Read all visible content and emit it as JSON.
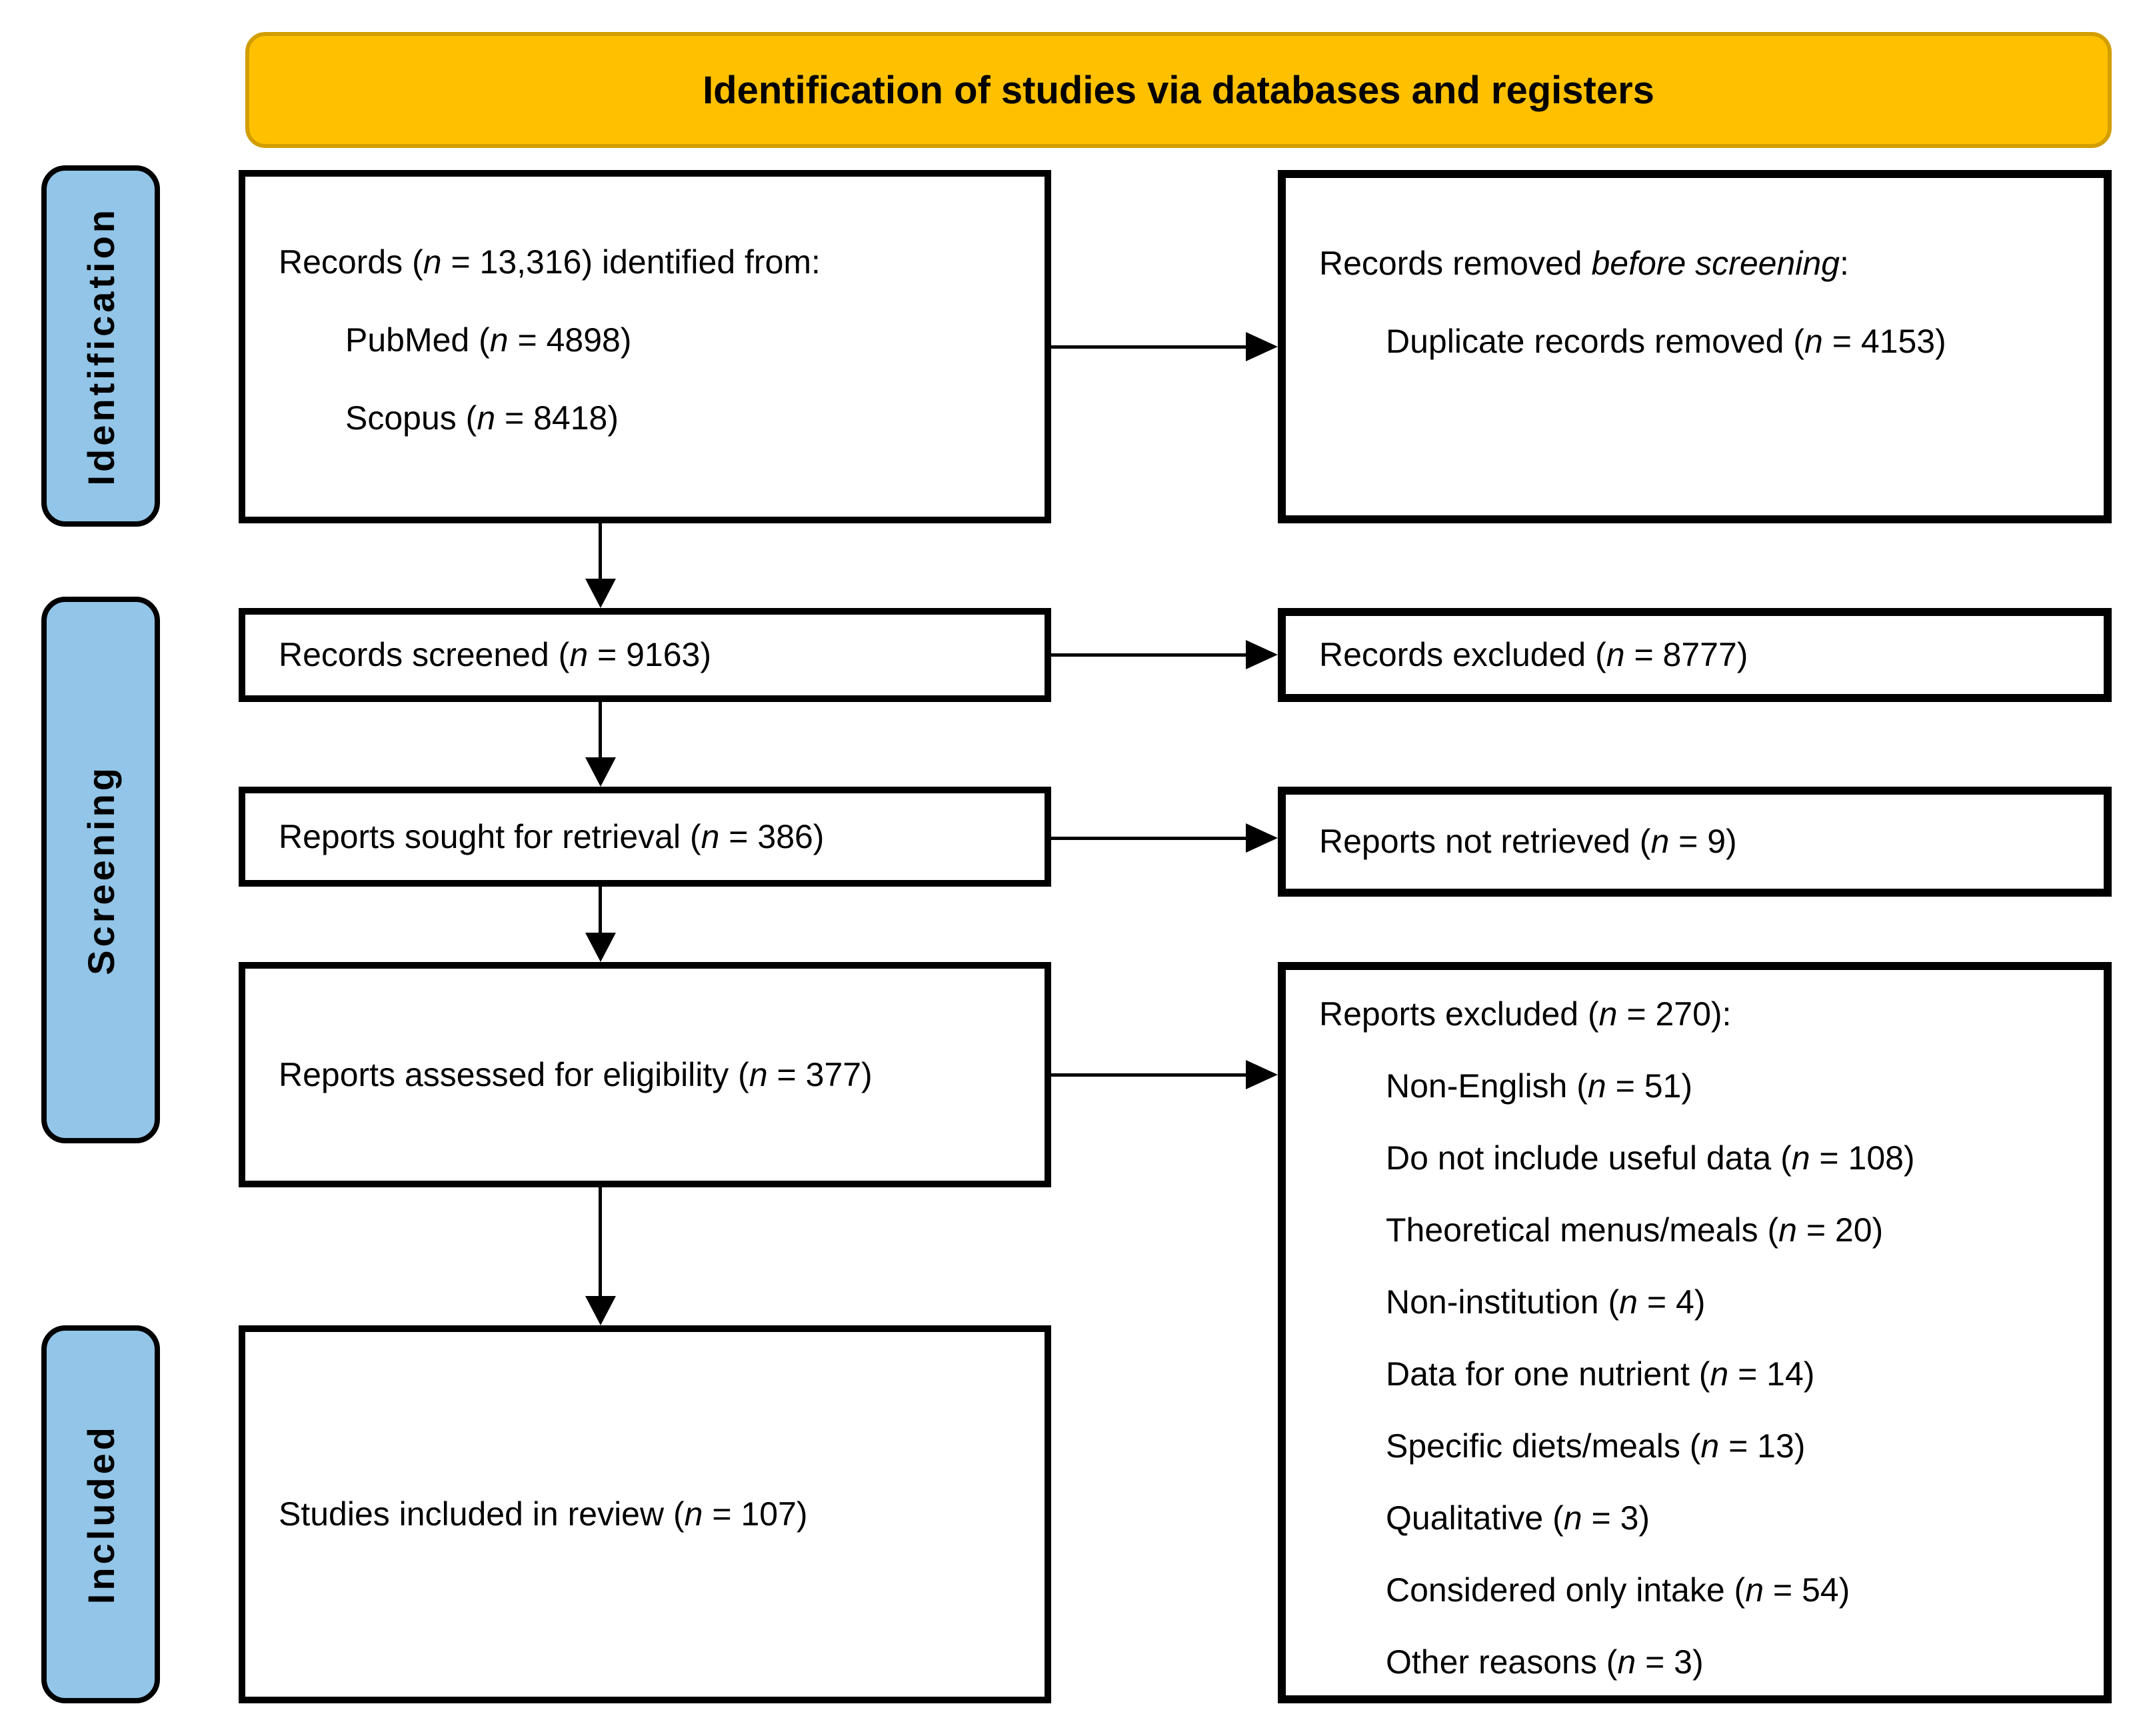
{
  "banner": {
    "title": "Identification of studies via databases and registers"
  },
  "sidebar": {
    "items": [
      {
        "label": "Identification"
      },
      {
        "label": "Screening"
      },
      {
        "label": "Included"
      }
    ]
  },
  "boxes": {
    "records_identified": {
      "lines": [
        [
          {
            "t": "Records ("
          },
          {
            "t": "n",
            "i": 1
          },
          {
            "t": " = 13,316) identified from:"
          }
        ],
        [
          {
            "t": "PubMed ("
          },
          {
            "t": "n",
            "i": 1
          },
          {
            "t": " = 4898)"
          }
        ],
        [
          {
            "t": "Scopus ("
          },
          {
            "t": "n",
            "i": 1
          },
          {
            "t": " = 8418)"
          }
        ]
      ]
    },
    "records_removed": {
      "lines": [
        [
          {
            "t": "Records removed "
          },
          {
            "t": "before screening",
            "i": 1
          },
          {
            "t": ":"
          }
        ],
        [
          {
            "t": "Duplicate records removed ("
          },
          {
            "t": "n",
            "i": 1
          },
          {
            "t": " = 4153)"
          }
        ]
      ]
    },
    "records_screened": {
      "lines": [
        [
          {
            "t": "Records screened ("
          },
          {
            "t": "n",
            "i": 1
          },
          {
            "t": " = 9163)"
          }
        ]
      ]
    },
    "records_excluded": {
      "lines": [
        [
          {
            "t": "Records excluded ("
          },
          {
            "t": "n",
            "i": 1
          },
          {
            "t": " = 8777)"
          }
        ]
      ]
    },
    "reports_sought": {
      "lines": [
        [
          {
            "t": "Reports sought for retrieval ("
          },
          {
            "t": "n",
            "i": 1
          },
          {
            "t": " = 386)"
          }
        ]
      ]
    },
    "reports_not_retrieved": {
      "lines": [
        [
          {
            "t": "Reports not retrieved ("
          },
          {
            "t": "n",
            "i": 1
          },
          {
            "t": " = 9)"
          }
        ]
      ]
    },
    "reports_assessed": {
      "lines": [
        [
          {
            "t": "Reports assessed for eligibility ("
          },
          {
            "t": "n",
            "i": 1
          },
          {
            "t": " = 377)"
          }
        ]
      ]
    },
    "reports_excluded_detail": {
      "lines": [
        [
          {
            "t": "Reports excluded ("
          },
          {
            "t": "n",
            "i": 1
          },
          {
            "t": " = 270):"
          }
        ],
        [
          {
            "t": "Non-English ("
          },
          {
            "t": "n",
            "i": 1
          },
          {
            "t": " = 51)"
          }
        ],
        [
          {
            "t": "Do not include useful data ("
          },
          {
            "t": "n",
            "i": 1
          },
          {
            "t": " = 108)"
          }
        ],
        [
          {
            "t": "Theoretical menus/meals ("
          },
          {
            "t": "n",
            "i": 1
          },
          {
            "t": " = 20)"
          }
        ],
        [
          {
            "t": "Non-institution ("
          },
          {
            "t": "n",
            "i": 1
          },
          {
            "t": " = 4)"
          }
        ],
        [
          {
            "t": "Data for one nutrient ("
          },
          {
            "t": "n",
            "i": 1
          },
          {
            "t": " = 14)"
          }
        ],
        [
          {
            "t": "Specific diets/meals ("
          },
          {
            "t": "n",
            "i": 1
          },
          {
            "t": " = 13)"
          }
        ],
        [
          {
            "t": "Qualitative ("
          },
          {
            "t": "n",
            "i": 1
          },
          {
            "t": " = 3)"
          }
        ],
        [
          {
            "t": "Considered only intake ("
          },
          {
            "t": "n",
            "i": 1
          },
          {
            "t": " = 54)"
          }
        ],
        [
          {
            "t": "Other reasons ("
          },
          {
            "t": "n",
            "i": 1
          },
          {
            "t": " = 3)"
          }
        ]
      ]
    },
    "studies_included": {
      "lines": [
        [
          {
            "t": "Studies included in review ("
          },
          {
            "t": "n",
            "i": 1
          },
          {
            "t": " = 107)"
          }
        ]
      ]
    }
  },
  "colors": {
    "banner_fill": "#FFC000",
    "banner_border": "#D29E00",
    "sidebar_fill": "#92C5E7",
    "box_border": "#000000",
    "arrow": "#000000"
  }
}
